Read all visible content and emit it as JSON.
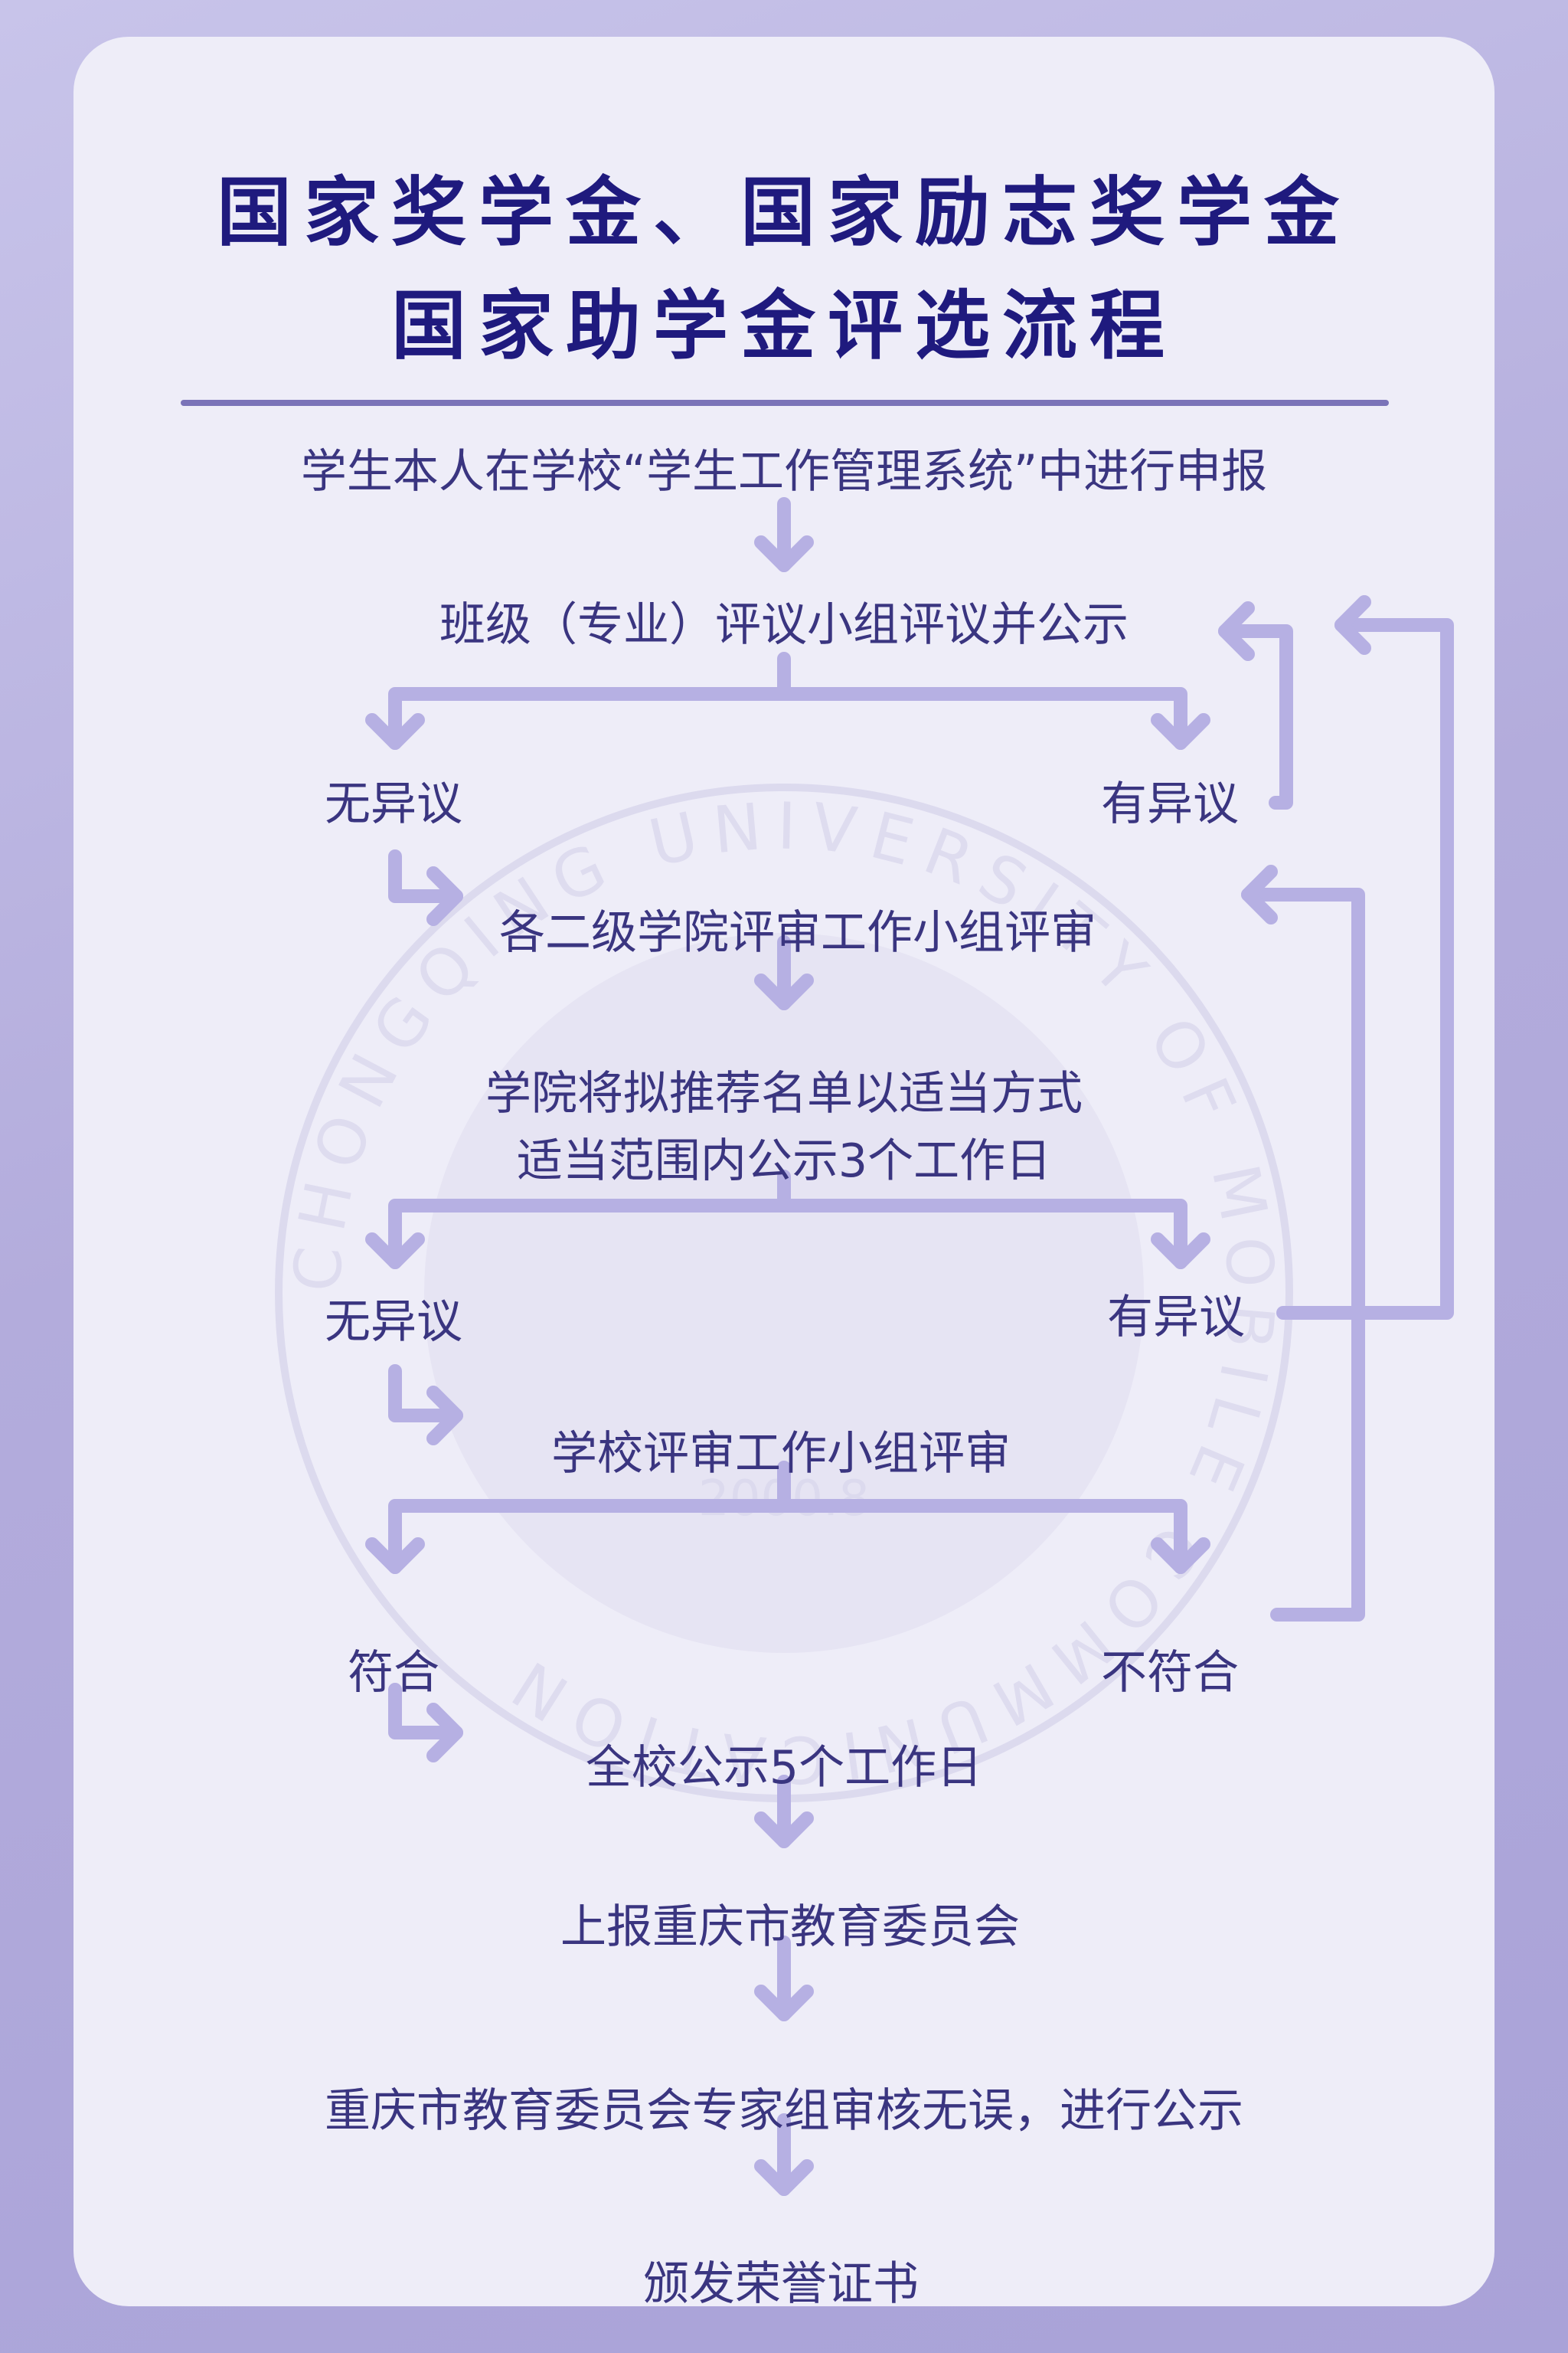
{
  "title": {
    "line1": "国家奖学金、国家励志奖学金",
    "line2": "国家助学金评选流程"
  },
  "steps": {
    "apply": "学生本人在学校“学生工作管理系统”中进行申报",
    "class_review": "班级（专业）评议小组评议并公示",
    "no_objection_1": "无异议",
    "objection_1": "有异议",
    "college_review": "各二级学院评审工作小组评审",
    "college_publicity_1": "学院将拟推荐名单以适当方式",
    "college_publicity_2": "适当范围内公示3个工作日",
    "no_objection_2": "无异议",
    "objection_2": "有异议",
    "school_review": "学校评审工作小组评审",
    "qualified": "符合",
    "not_qualified": "不符合",
    "school_publicity": "全校公示5个工作日",
    "report": "上报重庆市教育委员会",
    "expert_review": "重庆市教育委员会专家组审核无误，进行公示",
    "certificate": "颁发荣誉证书"
  },
  "watermark": {
    "ring_text": "CHONGQING UNIVERSITY OF MOBILE COMMUNICATION",
    "year": "2000.8"
  },
  "colors": {
    "background": "#b3acdc",
    "card": "#eeedf8",
    "title": "#1f1a7e",
    "text": "#3a3580",
    "arrow": "#b6b0e3",
    "divider": "#7a73b8"
  }
}
